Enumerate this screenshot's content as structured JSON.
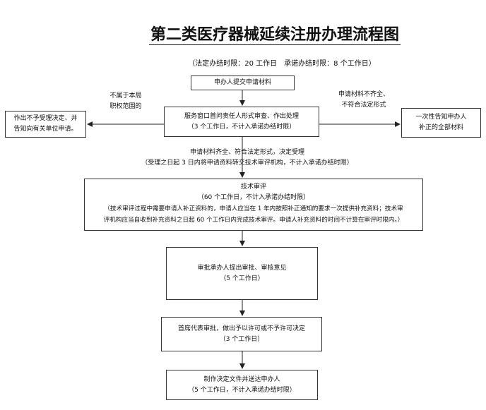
{
  "title": "第二类医疗器械延续注册办理流程图",
  "subtitle": "（法定办结时限：20 工作日　承诺办结时限：8 个工作日）",
  "steps": {
    "submit": {
      "label": "申办人提交申请材料"
    },
    "window": {
      "line1": "服务窗口首问责任人形式审查、作出处理",
      "line2": "（3 个工作日，不计入承诺办结时限）"
    },
    "reject": {
      "line1": "作出不予受理决定、并",
      "line2": "告知向有关单位申请。"
    },
    "supplement": {
      "line1": "一次性告知申办人",
      "line2": "补正的全部材料"
    },
    "tech_review": {
      "title": "技术审评",
      "time": "（60 个工作日，不计入承诺办结时限）",
      "detail1": "（技术审评过程中需要申请人补正资料的，申请人应当在 1 年内按照补正通知的要求一次提供补充资料；技术审",
      "detail2": "评机构应当自收到补充资料之日起 60 个工作日内完成技术审评。申请人补充资料的时间不计算在审评时限内。）"
    },
    "approval_opinion": {
      "line1": "审批承办人提出审批、审核意见",
      "line2": "（5 个工作日）"
    },
    "chief_decision": {
      "line1": "首席代表审批，做出予以许可或不予许可决定",
      "line2": "（3 个工作日）"
    },
    "deliver": {
      "line1": "制作决定文件并送达申办人",
      "line2": "（5 个工作日，不计入承诺办结时限）"
    }
  },
  "notes": {
    "not_in_scope": {
      "line1": "不属于本局",
      "line2": "职权范围的"
    },
    "incomplete": {
      "line1": "申请材料不齐全、",
      "line2": "不符合法定形式"
    },
    "accepted": {
      "line1": "申请材料齐全、符合法定形式，决定受理",
      "line2": "（受理之日起 3 日内将申请资料转交技术审评机构，不计入承诺办结时限）"
    }
  }
}
